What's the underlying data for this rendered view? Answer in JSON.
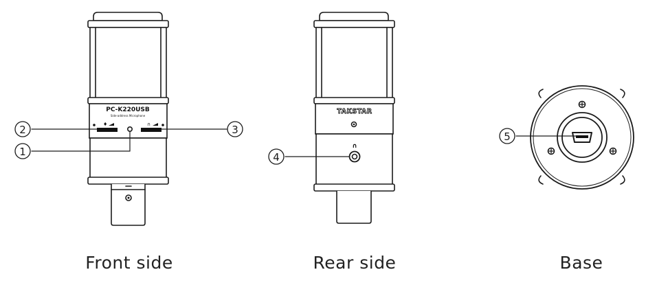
{
  "captions": {
    "front": "Front side",
    "rear": "Rear side",
    "base": "Base"
  },
  "front": {
    "model": "PC-K220USB",
    "model_sub": "Side-address Microphone"
  },
  "rear": {
    "brand": "TAKSTAR"
  },
  "callouts": [
    "1",
    "2",
    "3",
    "4",
    "5"
  ],
  "colors": {
    "line": "#1a1a1a",
    "fill": "#ffffff",
    "dark": "#111111"
  }
}
